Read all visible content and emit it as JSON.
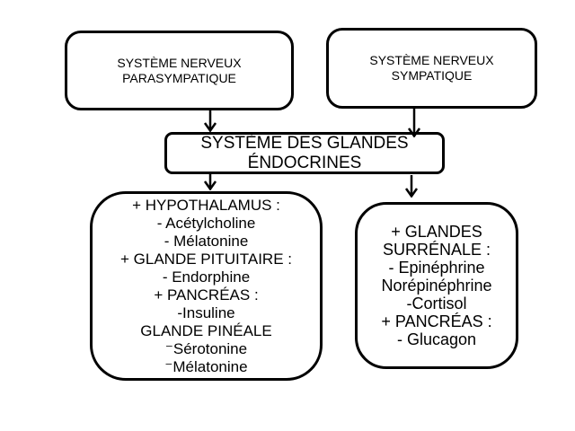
{
  "diagram": {
    "colors": {
      "background": "#ffffff",
      "border": "#000000",
      "text": "#000000"
    },
    "nodes": {
      "parasympathetic": {
        "lines": [
          "SYSTÈME NERVEUX",
          "PARASYMPATIQUE"
        ]
      },
      "sympathetic": {
        "lines": [
          "SYSTÈME NERVEUX",
          "SYMPATIQUE"
        ]
      },
      "endocrine": {
        "lines": [
          "SYSTÈME DES GLANDES",
          "ÉNDOCRINES"
        ]
      },
      "left_glands": {
        "lines": [
          "+ HYPOTHALAMUS :",
          "- Acétylcholine",
          "- Mélatonine",
          "+ GLANDE PITUITAIRE :",
          "- Endorphine",
          "+ PANCRÉAS :",
          "-Insuline",
          "GLANDE PINÉALE",
          "⁻Sérotonine",
          "⁻Mélatonine"
        ]
      },
      "right_glands": {
        "lines": [
          "+ GLANDES",
          "SURRÉNALE :",
          "- Epinéphrine",
          "Norépinéphrine",
          "-Cortisol",
          "+ PANCRÉAS :",
          "- Glucagon"
        ]
      }
    },
    "connectors": [
      {
        "from": "parasympathetic",
        "to": "endocrine"
      },
      {
        "from": "sympathetic",
        "to": "endocrine"
      },
      {
        "from": "endocrine",
        "to": "left_glands"
      },
      {
        "from": "endocrine",
        "to": "right_glands"
      }
    ]
  }
}
